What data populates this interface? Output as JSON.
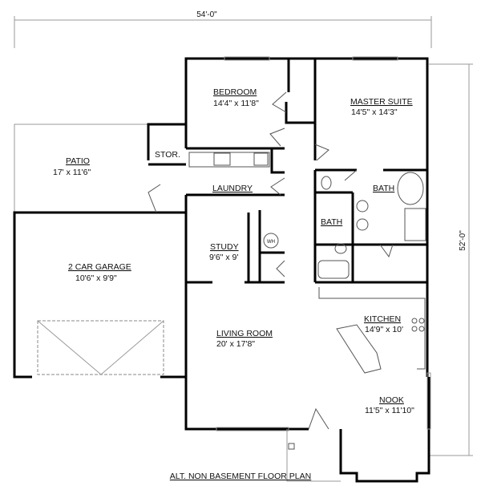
{
  "title": "ALT. NON BASEMENT FLOOR PLAN",
  "dimensions": {
    "width": "54'-0\"",
    "depth": "52'-0\""
  },
  "rooms": {
    "bedroom": {
      "name": "BEDROOM",
      "size": "14'4\" x 11'8\""
    },
    "master_suite": {
      "name": "MASTER SUITE",
      "size": "14'5\" x 14'3\""
    },
    "storage": {
      "name": "STOR."
    },
    "patio": {
      "name": "PATIO",
      "size": "17' x 11'6\""
    },
    "laundry": {
      "name": "LAUNDRY"
    },
    "master_bath": {
      "name": "BATH"
    },
    "hall_bath": {
      "name": "BATH"
    },
    "study": {
      "name": "STUDY",
      "size": "9'6\" x 9'"
    },
    "garage": {
      "name": "2 CAR GARAGE",
      "size": "10'6\" x 9'9\""
    },
    "kitchen": {
      "name": "KITCHEN",
      "size": "14'9\" x 10'"
    },
    "living_room": {
      "name": "LIVING ROOM",
      "size": "20' x 17'8\""
    },
    "nook": {
      "name": "NOOK",
      "size": "11'5\" x 11'10\""
    }
  },
  "fixtures": {
    "water_heater": "WH"
  }
}
